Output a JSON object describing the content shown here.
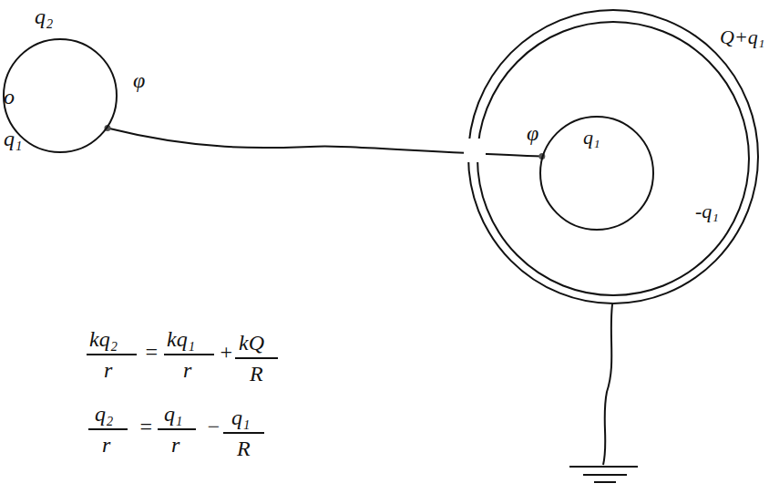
{
  "diagram": {
    "nodes": [
      {
        "text": [
          "q₂"
        ]
      },
      {
        "text": [
          "Q+q₁",
          "-q₁"
        ]
      },
      {
        "text": [
          "q₁"
        ],
        "in": 1
      }
    ],
    "edges": [
      {
        "from": 0,
        "to": 2,
        "arrow": "none"
      }
    ],
    "labels": [
      "φ",
      "φ",
      "o",
      "q₁",
      "kq₂",
      "r",
      "=",
      "kq₁",
      "r",
      "+",
      "kQ",
      "R",
      "q₂",
      "r",
      "=",
      "q₁",
      "r",
      "−",
      "q₁",
      "R"
    ]
  }
}
